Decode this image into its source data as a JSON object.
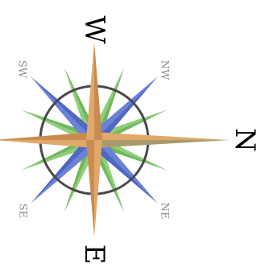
{
  "labels": {
    "north": "N",
    "east": "E",
    "west": "W",
    "northwest": "NW",
    "southwest": "SW",
    "northeast": "NE",
    "southeast": "SE"
  },
  "colors": {
    "cardinal_point": "#e0a86a",
    "cardinal_point_shade": "#c98b4f",
    "diagonal_point": "#6a82d8",
    "minor_point": "#8fcf7a",
    "ring": "#4a4a4a",
    "cardinal_label": "#000000",
    "intercardinal_label": "#8c8c8c"
  }
}
